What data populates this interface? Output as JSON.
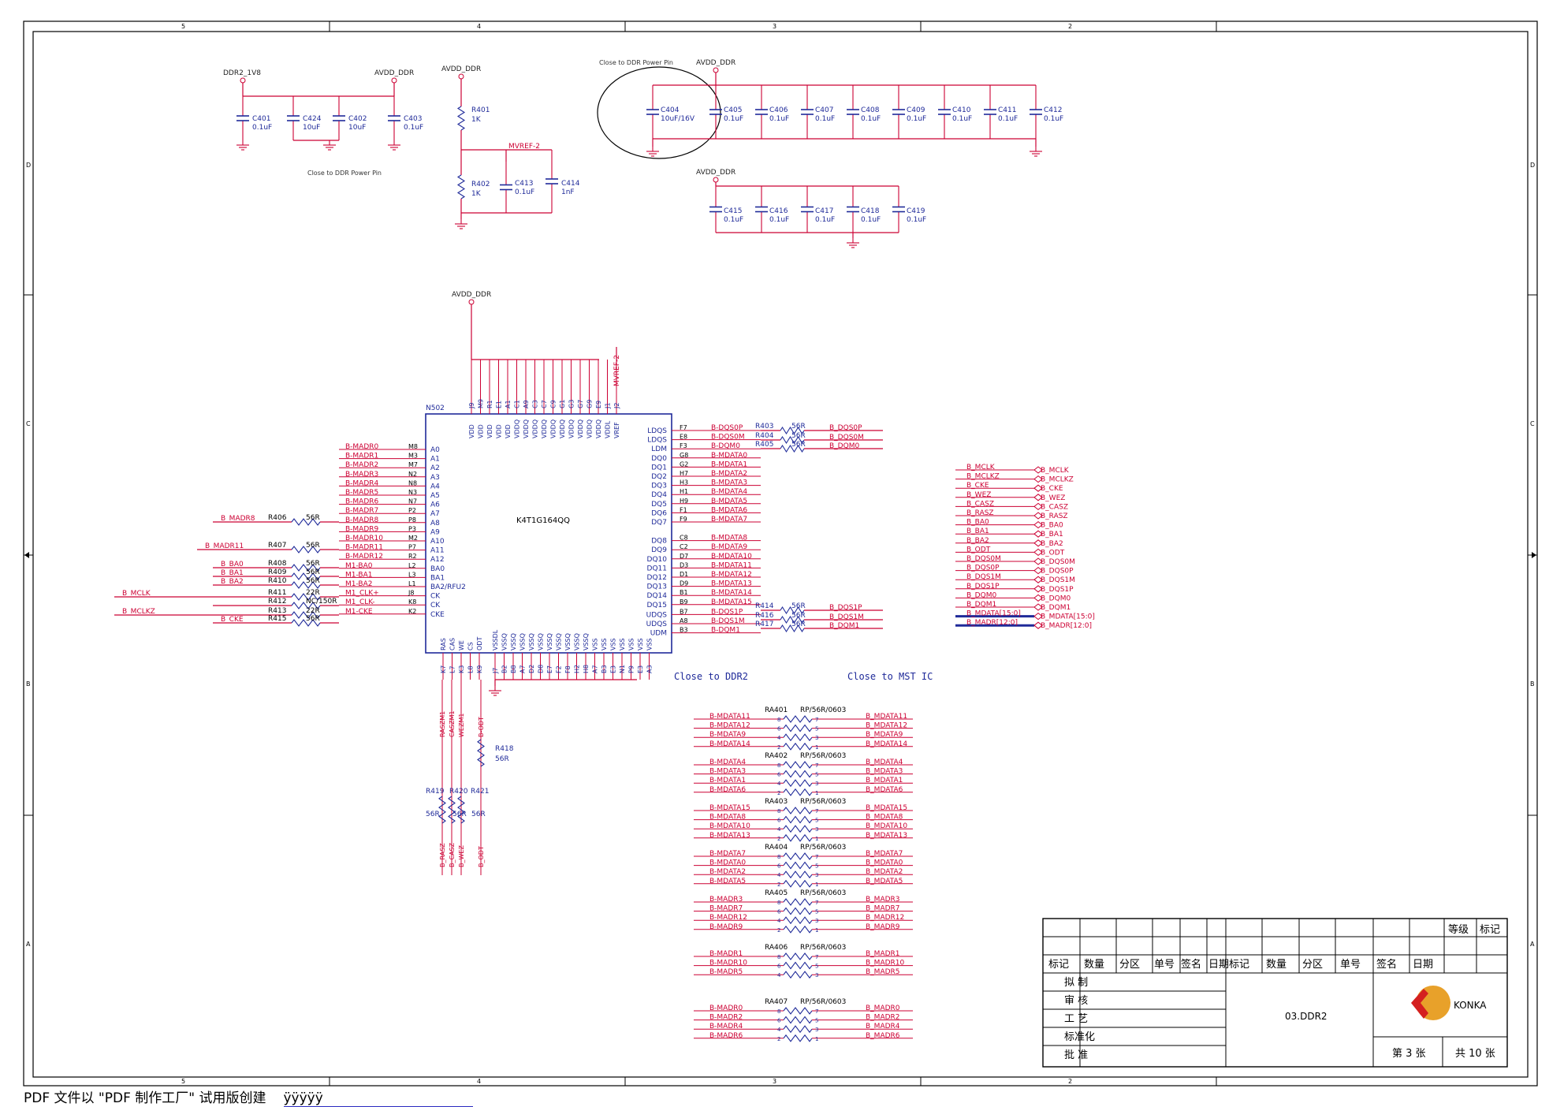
{
  "border": {
    "col_numbers": [
      "5",
      "4",
      "3",
      "2"
    ],
    "row_letters": [
      "D",
      "C",
      "B",
      "A"
    ]
  },
  "power": {
    "ddr2_1v8": "DDR2_1V8",
    "avdd_ddr": "AVDD_DDR",
    "mvref": "MVREF-2"
  },
  "caps_left": [
    {
      "ref": "C401",
      "val": "0.1uF"
    },
    {
      "ref": "C424",
      "val": "10uF"
    },
    {
      "ref": "C402",
      "val": "10uF"
    },
    {
      "ref": "C403",
      "val": "0.1uF"
    }
  ],
  "note_close_ddr_power": "Close to DDR Power Pin",
  "vref_divider": [
    {
      "ref": "R401",
      "val": "1K"
    },
    {
      "ref": "R402",
      "val": "1K"
    },
    {
      "ref": "C413",
      "val": "0.1uF"
    },
    {
      "ref": "C414",
      "val": "1nF"
    }
  ],
  "caps_top_right": [
    {
      "ref": "C404",
      "val": "10uF/16V"
    },
    {
      "ref": "C405",
      "val": "0.1uF"
    },
    {
      "ref": "C406",
      "val": "0.1uF"
    },
    {
      "ref": "C407",
      "val": "0.1uF"
    },
    {
      "ref": "C408",
      "val": "0.1uF"
    },
    {
      "ref": "C409",
      "val": "0.1uF"
    },
    {
      "ref": "C410",
      "val": "0.1uF"
    },
    {
      "ref": "C411",
      "val": "0.1uF"
    },
    {
      "ref": "C412",
      "val": "0.1uF"
    }
  ],
  "caps_mid_right": [
    {
      "ref": "C415",
      "val": "0.1uF"
    },
    {
      "ref": "C416",
      "val": "0.1uF"
    },
    {
      "ref": "C417",
      "val": "0.1uF"
    },
    {
      "ref": "C418",
      "val": "0.1uF"
    },
    {
      "ref": "C419",
      "val": "0.1uF"
    }
  ],
  "chip": {
    "ref": "N502",
    "part": "K4T1G164QQ",
    "top_pins": [
      {
        "num": "J9",
        "name": "VDD"
      },
      {
        "num": "M9",
        "name": "VDD"
      },
      {
        "num": "R1",
        "name": "VDD"
      },
      {
        "num": "E1",
        "name": "VDD"
      },
      {
        "num": "A1",
        "name": "VDD"
      },
      {
        "num": "C1",
        "name": "VDDQ"
      },
      {
        "num": "A9",
        "name": "VDDQ"
      },
      {
        "num": "C3",
        "name": "VDDQ"
      },
      {
        "num": "C7",
        "name": "VDDQ"
      },
      {
        "num": "C9",
        "name": "VDDQ"
      },
      {
        "num": "G1",
        "name": "VDDQ"
      },
      {
        "num": "G3",
        "name": "VDDQ"
      },
      {
        "num": "G7",
        "name": "VDDQ"
      },
      {
        "num": "G9",
        "name": "VDDQ"
      },
      {
        "num": "E9",
        "name": "VDDQ"
      },
      {
        "num": "J1",
        "name": "VDDL"
      },
      {
        "num": "J2",
        "name": "VREF"
      }
    ],
    "left_pins": [
      {
        "num": "M8",
        "name": "A0",
        "net": "B-MADR0"
      },
      {
        "num": "M3",
        "name": "A1",
        "net": "B-MADR1"
      },
      {
        "num": "M7",
        "name": "A2",
        "net": "B-MADR2"
      },
      {
        "num": "N2",
        "name": "A3",
        "net": "B-MADR3"
      },
      {
        "num": "N8",
        "name": "A4",
        "net": "B-MADR4"
      },
      {
        "num": "N3",
        "name": "A5",
        "net": "B-MADR5"
      },
      {
        "num": "N7",
        "name": "A6",
        "net": "B-MADR6"
      },
      {
        "num": "P2",
        "name": "A7",
        "net": "B-MADR7"
      },
      {
        "num": "P8",
        "name": "A8",
        "net": "B-MADR8"
      },
      {
        "num": "P3",
        "name": "A9",
        "net": "B-MADR9"
      },
      {
        "num": "M2",
        "name": "A10",
        "net": "B-MADR10"
      },
      {
        "num": "P7",
        "name": "A11",
        "net": "B-MADR11"
      },
      {
        "num": "R2",
        "name": "A12",
        "net": "B-MADR12"
      },
      {
        "num": "L2",
        "name": "BA0",
        "net": "M1-BA0"
      },
      {
        "num": "L3",
        "name": "BA1",
        "net": "M1-BA1"
      },
      {
        "num": "L1",
        "name": "BA2/RFU2",
        "net": "M1-BA2"
      },
      {
        "num": "J8",
        "name": "CK",
        "net": "M1_CLK+"
      },
      {
        "num": "K8",
        "name": "CK",
        "net": "M1_CLK-"
      },
      {
        "num": "K2",
        "name": "CKE",
        "net": "M1-CKE"
      }
    ],
    "right_pins": [
      {
        "num": "F7",
        "name": "LDQS",
        "net": "B-DQS0P"
      },
      {
        "num": "E8",
        "name": "LDQS",
        "net": "B-DQS0M"
      },
      {
        "num": "F3",
        "name": "LDM",
        "net": "B-DQM0"
      },
      {
        "num": "G8",
        "name": "DQ0",
        "net": "B-MDATA0"
      },
      {
        "num": "G2",
        "name": "DQ1",
        "net": "B-MDATA1"
      },
      {
        "num": "H7",
        "name": "DQ2",
        "net": "B-MDATA2"
      },
      {
        "num": "H3",
        "name": "DQ3",
        "net": "B-MDATA3"
      },
      {
        "num": "H1",
        "name": "DQ4",
        "net": "B-MDATA4"
      },
      {
        "num": "H9",
        "name": "DQ5",
        "net": "B-MDATA5"
      },
      {
        "num": "F1",
        "name": "DQ6",
        "net": "B-MDATA6"
      },
      {
        "num": "F9",
        "name": "DQ7",
        "net": "B-MDATA7"
      },
      {
        "num": "C8",
        "name": "DQ8",
        "net": "B-MDATA8"
      },
      {
        "num": "C2",
        "name": "DQ9",
        "net": "B-MDATA9"
      },
      {
        "num": "D7",
        "name": "DQ10",
        "net": "B-MDATA10"
      },
      {
        "num": "D3",
        "name": "DQ11",
        "net": "B-MDATA11"
      },
      {
        "num": "D1",
        "name": "DQ12",
        "net": "B-MDATA12"
      },
      {
        "num": "D9",
        "name": "DQ13",
        "net": "B-MDATA13"
      },
      {
        "num": "B1",
        "name": "DQ14",
        "net": "B-MDATA14"
      },
      {
        "num": "B9",
        "name": "DQ15",
        "net": "B-MDATA15"
      },
      {
        "num": "B7",
        "name": "UDQS",
        "net": "B-DQS1P"
      },
      {
        "num": "A8",
        "name": "UDQS",
        "net": "B-DQS1M"
      },
      {
        "num": "B3",
        "name": "UDM",
        "net": "B-DQM1"
      }
    ],
    "bottom_pins": [
      {
        "num": "K7",
        "name": "RAS"
      },
      {
        "num": "L7",
        "name": "CAS"
      },
      {
        "num": "K3",
        "name": "WE"
      },
      {
        "num": "L8",
        "name": "CS"
      },
      {
        "num": "K9",
        "name": "ODT"
      },
      {
        "num": "J7",
        "name": "VSSDL"
      },
      {
        "num": "B2",
        "name": "VSSQ"
      },
      {
        "num": "B8",
        "name": "VSSQ"
      },
      {
        "num": "A7",
        "name": "VSSQ"
      },
      {
        "num": "D2",
        "name": "VSSQ"
      },
      {
        "num": "D8",
        "name": "VSSQ"
      },
      {
        "num": "E7",
        "name": "VSSQ"
      },
      {
        "num": "F2",
        "name": "VSSQ"
      },
      {
        "num": "F8",
        "name": "VSSQ"
      },
      {
        "num": "H2",
        "name": "VSSQ"
      },
      {
        "num": "H8",
        "name": "VSSQ"
      },
      {
        "num": "A7",
        "name": "VSS"
      },
      {
        "num": "B3",
        "name": "VSS"
      },
      {
        "num": "E3",
        "name": "VSS"
      },
      {
        "num": "N1",
        "name": "VSS"
      },
      {
        "num": "P9",
        "name": "VSS"
      },
      {
        "num": "E3",
        "name": "VSS"
      },
      {
        "num": "A3",
        "name": "VSS"
      }
    ]
  },
  "series_right": [
    {
      "ref": "R403",
      "val": "56R",
      "net": "B_DQS0P"
    },
    {
      "ref": "R404",
      "val": "56R",
      "net": "B_DQS0M"
    },
    {
      "ref": "R405",
      "val": "56R",
      "net": "B_DQM0"
    },
    {
      "ref": "R414",
      "val": "56R",
      "net": "B_DQS1P"
    },
    {
      "ref": "R416",
      "val": "56R",
      "net": "B_DQS1M"
    },
    {
      "ref": "R417",
      "val": "56R",
      "net": "B_DQM1"
    }
  ],
  "series_left": [
    {
      "ref": "R406",
      "val": "56R",
      "net": "B_MADR8"
    },
    {
      "ref": "R407",
      "val": "56R",
      "net": "B_MADR11"
    },
    {
      "ref": "R408",
      "val": "56R",
      "net": "B_BA0"
    },
    {
      "ref": "R409",
      "val": "56R",
      "net": "B_BA1"
    },
    {
      "ref": "R410",
      "val": "56R",
      "net": "B_BA2"
    },
    {
      "ref": "R411",
      "val": "22R",
      "net": "B_MCLK"
    },
    {
      "ref": "R412",
      "val": "NC/150R",
      "net": ""
    },
    {
      "ref": "R413",
      "val": "22R",
      "net": "B_MCLKZ"
    },
    {
      "ref": "R415",
      "val": "56R",
      "net": "B_CKE"
    }
  ],
  "bottom_ctrl": {
    "nets_top": [
      "RASZM1",
      "CASZM1",
      "WEZM1",
      "B-ODT"
    ],
    "nets_bottom": [
      "B_RASZ",
      "B_CASZ",
      "B_WEZ",
      "B_ODT"
    ],
    "r418": {
      "ref": "R418",
      "val": "56R"
    },
    "r419": {
      "ref": "R419",
      "val": "56R"
    },
    "r420": {
      "ref": "R420",
      "val": "56R"
    },
    "r421": {
      "ref": "R421",
      "val": "56R"
    }
  },
  "ports": [
    "B_MCLK",
    "B_MCLKZ",
    "B_CKE",
    "B_WEZ",
    "B_CASZ",
    "B_RASZ",
    "B_BA0",
    "B_BA1",
    "B_BA2",
    "B_ODT",
    "B_DQS0M",
    "B_DQS0P",
    "B_DQS1M",
    "B_DQS1P",
    "B_DQM0",
    "B_DQM1",
    "B_MDATA[15:0]",
    "B_MADR[12:0]"
  ],
  "close_to_ddr2": "Close to DDR2",
  "close_to_mst": "Close to MST IC",
  "rpacks": [
    {
      "ref": "RA401",
      "val": "RP/56R/0603",
      "left": [
        "B-MDATA11",
        "B-MDATA12",
        "B-MDATA9",
        "B-MDATA14"
      ],
      "right": [
        "B_MDATA11",
        "B_MDATA12",
        "B_MDATA9",
        "B_MDATA14"
      ]
    },
    {
      "ref": "RA402",
      "val": "RP/56R/0603",
      "left": [
        "B-MDATA4",
        "B-MDATA3",
        "B-MDATA1",
        "B-MDATA6"
      ],
      "right": [
        "B_MDATA4",
        "B_MDATA3",
        "B_MDATA1",
        "B_MDATA6"
      ]
    },
    {
      "ref": "RA403",
      "val": "RP/56R/0603",
      "left": [
        "B-MDATA15",
        "B-MDATA8",
        "B-MDATA10",
        "B-MDATA13"
      ],
      "right": [
        "B_MDATA15",
        "B_MDATA8",
        "B_MDATA10",
        "B_MDATA13"
      ]
    },
    {
      "ref": "RA404",
      "val": "RP/56R/0603",
      "left": [
        "B-MDATA7",
        "B-MDATA0",
        "B-MDATA2",
        "B-MDATA5"
      ],
      "right": [
        "B_MDATA7",
        "B_MDATA0",
        "B_MDATA2",
        "B_MDATA5"
      ]
    },
    {
      "ref": "RA405",
      "val": "RP/56R/0603",
      "left": [
        "B-MADR3",
        "B-MADR7",
        "B-MADR12",
        "B-MADR9"
      ],
      "right": [
        "B_MADR3",
        "B_MADR7",
        "B_MADR12",
        "B_MADR9"
      ]
    },
    {
      "ref": "RA406",
      "val": "RP/56R/0603",
      "left": [
        "B-MADR1",
        "B-MADR10",
        "B-MADR5"
      ],
      "right": [
        "B_MADR1",
        "B_MADR10",
        "B_MADR5"
      ]
    },
    {
      "ref": "RA407",
      "val": "RP/56R/0603",
      "left": [
        "B-MADR0",
        "B-MADR2",
        "B-MADR4",
        "B-MADR6"
      ],
      "right": [
        "B_MADR0",
        "B_MADR2",
        "B_MADR4",
        "B_MADR6"
      ]
    }
  ],
  "rpack_pins_left": [
    "8",
    "6",
    "4",
    "2"
  ],
  "rpack_pins_right": [
    "7",
    "5",
    "3",
    "1"
  ],
  "title_block": {
    "grade": "等级",
    "mark": "标记",
    "headers": [
      "标记",
      "数量",
      "分区",
      "单号",
      "签名",
      "日期",
      "标记",
      "数量",
      "分区",
      "单号",
      "签名",
      "日期"
    ],
    "roles": [
      "拟 制",
      "审 核",
      "工 艺",
      "标准化",
      "批 准"
    ],
    "drawing": "03.DDR2",
    "brand": "KONKA",
    "sheet": "第 3 张",
    "total": "共 10 张"
  },
  "colors": {
    "wire": "#cc0033",
    "pin": "#1f2a99",
    "text_blue": "#1f2a99",
    "border": "#000000"
  },
  "footer": {
    "text": "PDF 文件以 \"PDF 制作工厂\" 试用版创建",
    "tail": "ÿÿÿÿÿ"
  }
}
